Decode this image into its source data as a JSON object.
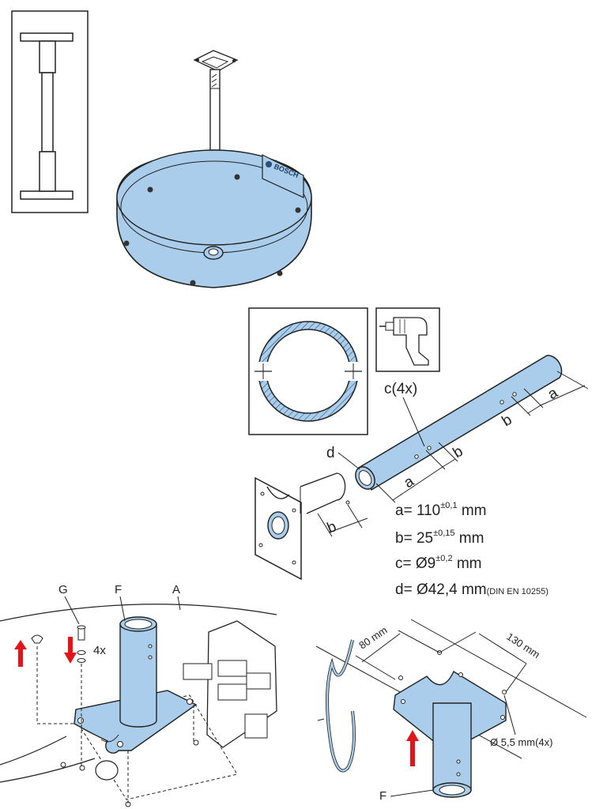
{
  "colors": {
    "part_fill": "#a9cdea",
    "outline": "#1a1a1a",
    "arrow_red": "#e3151b"
  },
  "brand_text": "BOSCH",
  "labels": {
    "c_count": "c(4x)",
    "d": "d",
    "a": "a",
    "b": "b",
    "G": "G",
    "F": "F",
    "A": "A",
    "screws_count": "4x",
    "width_80": "80 mm",
    "width_130": "130 mm",
    "hole_dia": "Ø 5,5 mm(4x)"
  },
  "dimensions": [
    {
      "key": "a",
      "prefix": "a= 110",
      "tol": "±0,1",
      "unit": " mm"
    },
    {
      "key": "b",
      "prefix": "b= 25",
      "tol": "±0,15",
      "unit": " mm"
    },
    {
      "key": "c",
      "prefix": "c= Ø9",
      "tol": "±0,2",
      "unit": " mm"
    },
    {
      "key": "d",
      "prefix": "d= Ø42,4 mm",
      "tol": "",
      "unit": "",
      "note": "(DIN EN 10255)"
    }
  ],
  "icons": {
    "tool": "drill-icon"
  }
}
